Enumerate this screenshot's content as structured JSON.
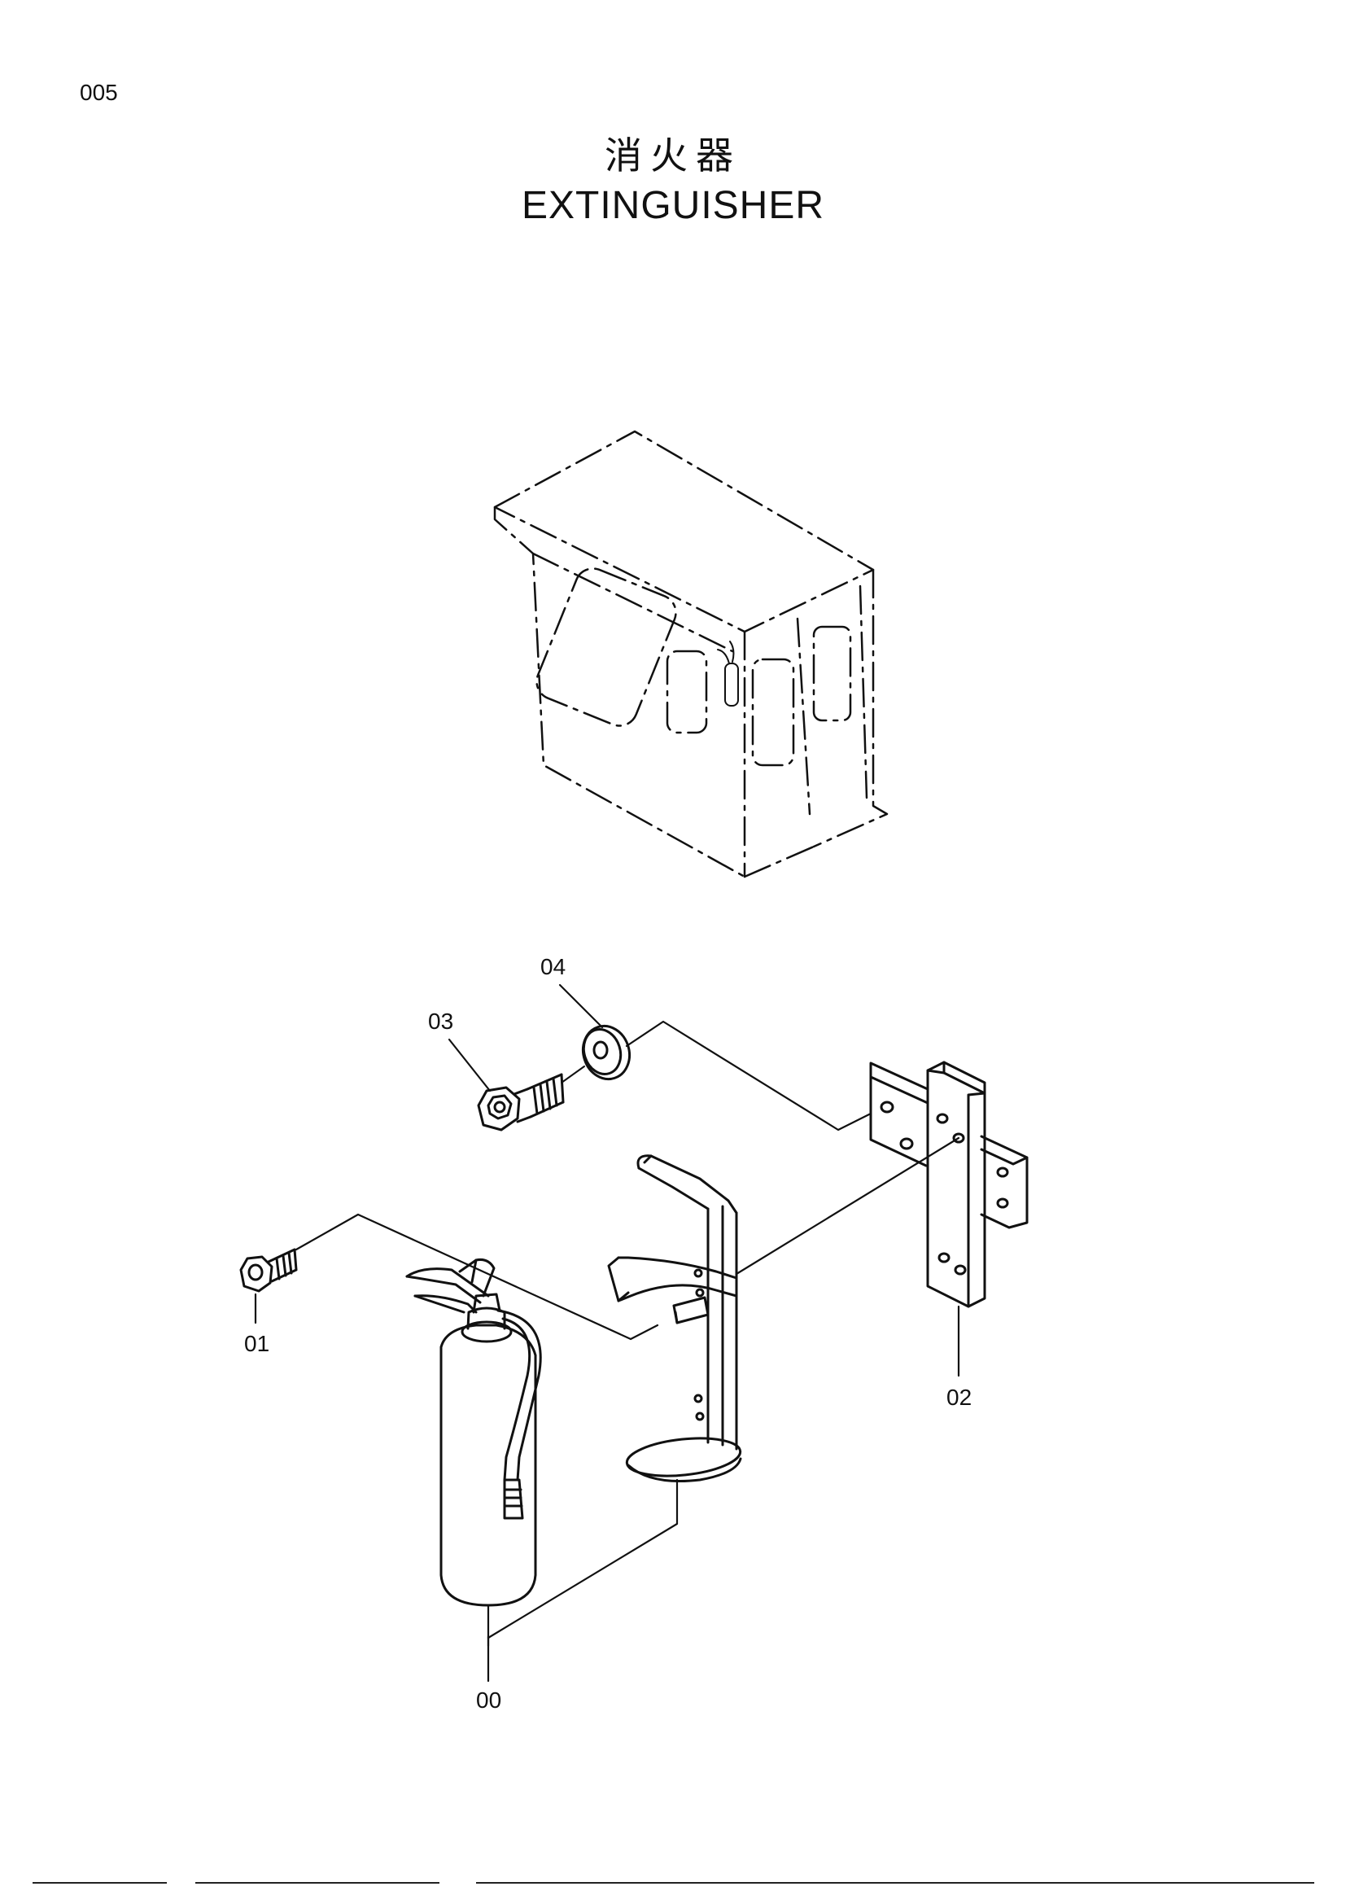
{
  "page": {
    "number": "005"
  },
  "title": {
    "chinese": "消火器",
    "english": "EXTINGUISHER"
  },
  "callouts": [
    {
      "id": "00",
      "label": "00",
      "part": "extinguisher-assembly"
    },
    {
      "id": "01",
      "label": "01",
      "part": "bolt"
    },
    {
      "id": "02",
      "label": "02",
      "part": "mounting-bracket-plate"
    },
    {
      "id": "03",
      "label": "03",
      "part": "flange-bolt"
    },
    {
      "id": "04",
      "label": "04",
      "part": "washer"
    }
  ]
}
